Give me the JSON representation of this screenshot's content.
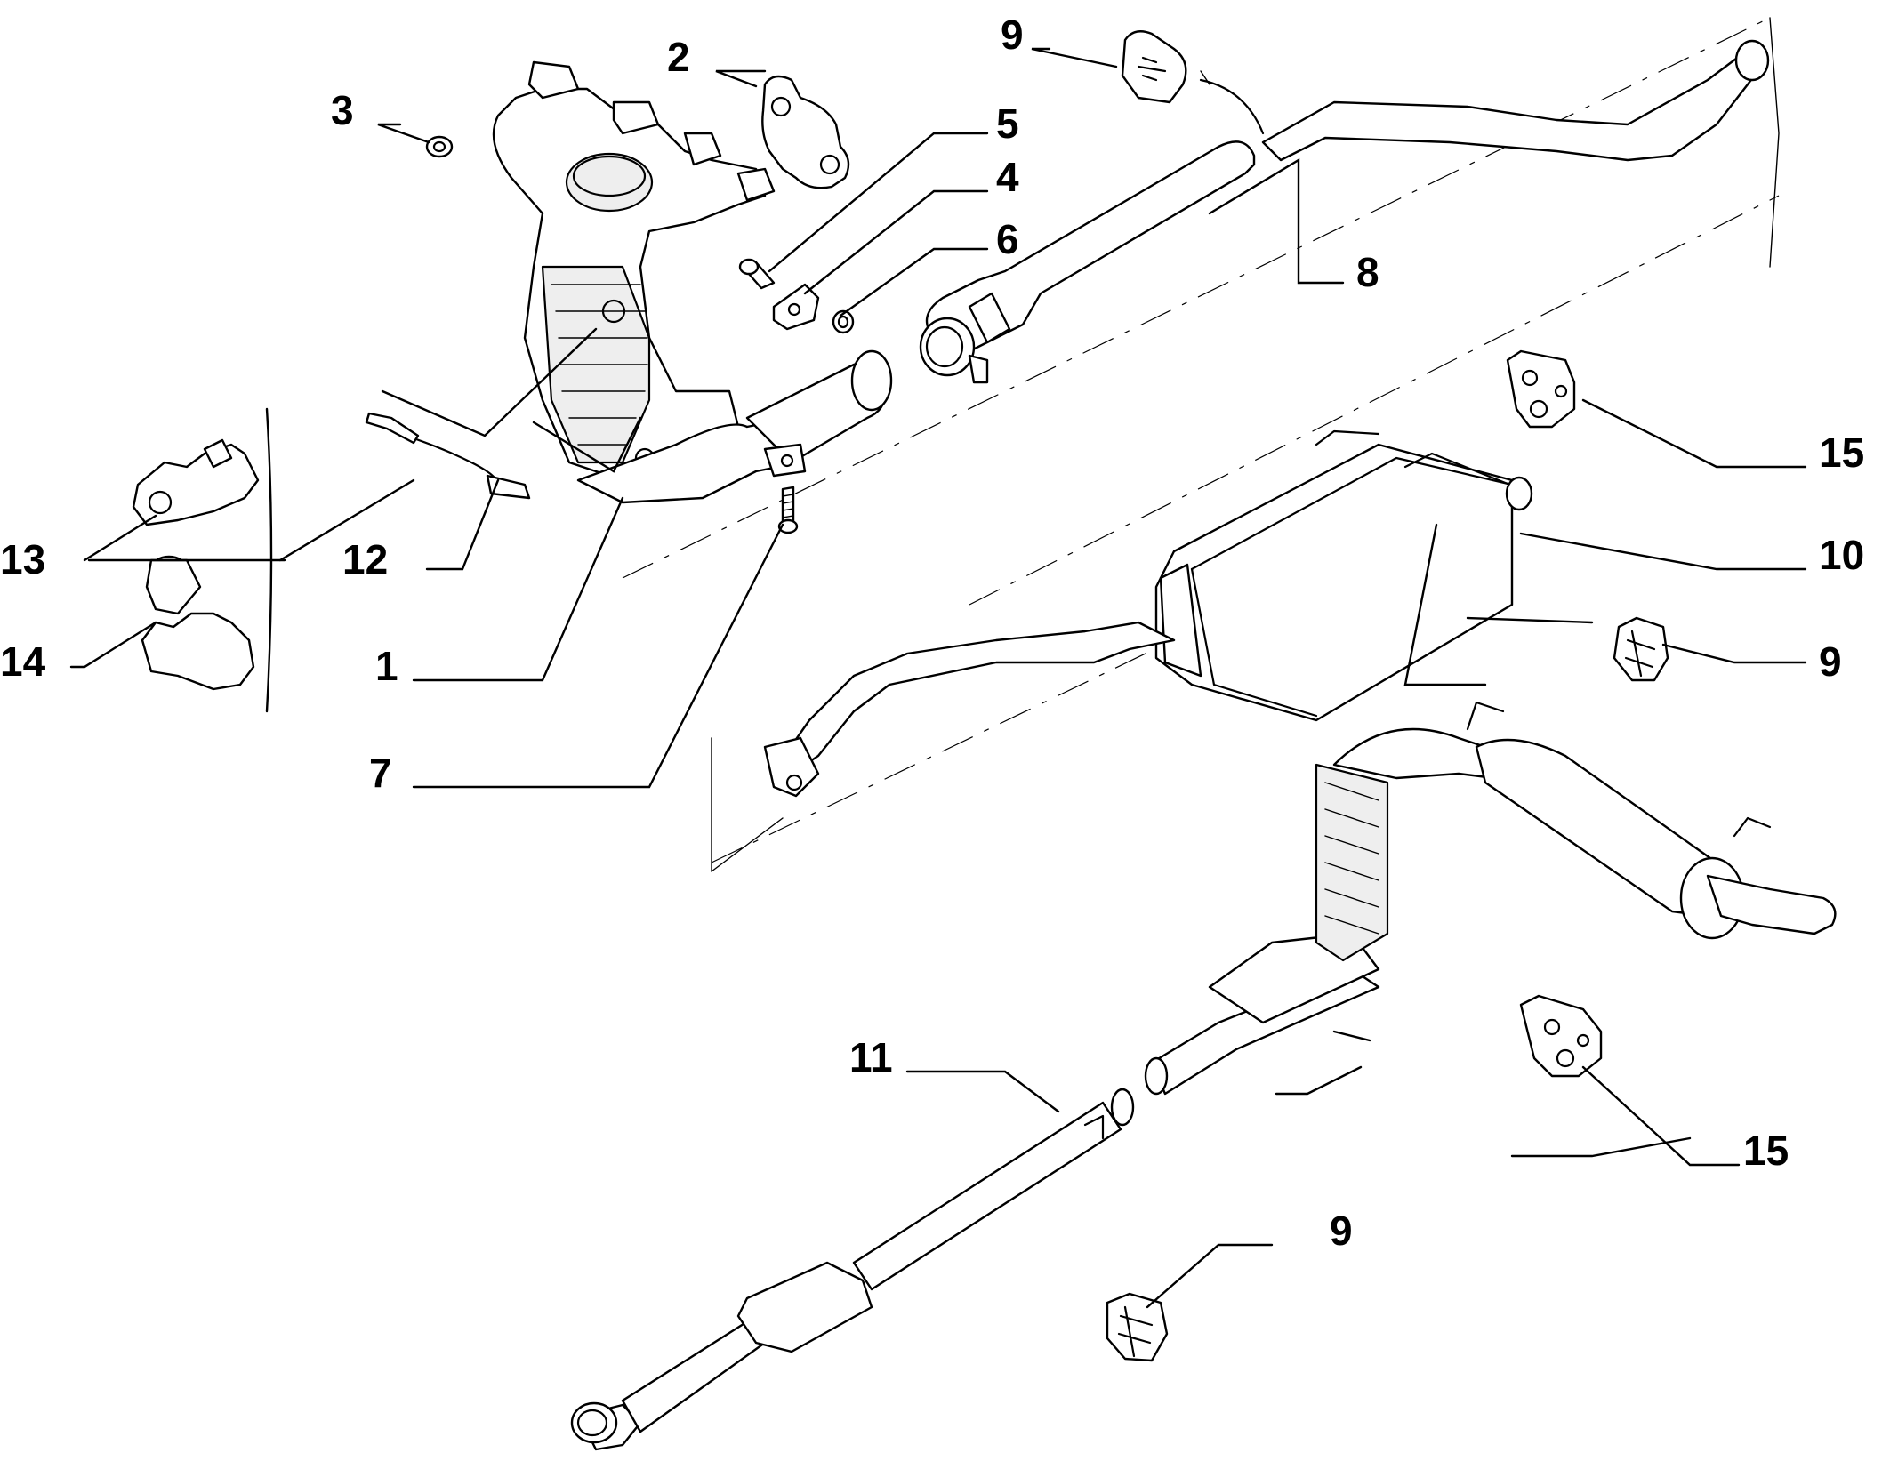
{
  "diagram": {
    "callouts": [
      {
        "id": "c1",
        "label": "1"
      },
      {
        "id": "c2",
        "label": "2"
      },
      {
        "id": "c3",
        "label": "3"
      },
      {
        "id": "c4",
        "label": "4"
      },
      {
        "id": "c5",
        "label": "5"
      },
      {
        "id": "c6",
        "label": "6"
      },
      {
        "id": "c7",
        "label": "7"
      },
      {
        "id": "c8",
        "label": "8"
      },
      {
        "id": "c9a",
        "label": "9"
      },
      {
        "id": "c9b",
        "label": "9"
      },
      {
        "id": "c9c",
        "label": "9"
      },
      {
        "id": "c10",
        "label": "10"
      },
      {
        "id": "c11",
        "label": "11"
      },
      {
        "id": "c12",
        "label": "12"
      },
      {
        "id": "c13",
        "label": "13"
      },
      {
        "id": "c14",
        "label": "14"
      },
      {
        "id": "c15a",
        "label": "15"
      },
      {
        "id": "c15b",
        "label": "15"
      }
    ]
  },
  "colors": {
    "line": "#000000",
    "background": "#ffffff"
  }
}
